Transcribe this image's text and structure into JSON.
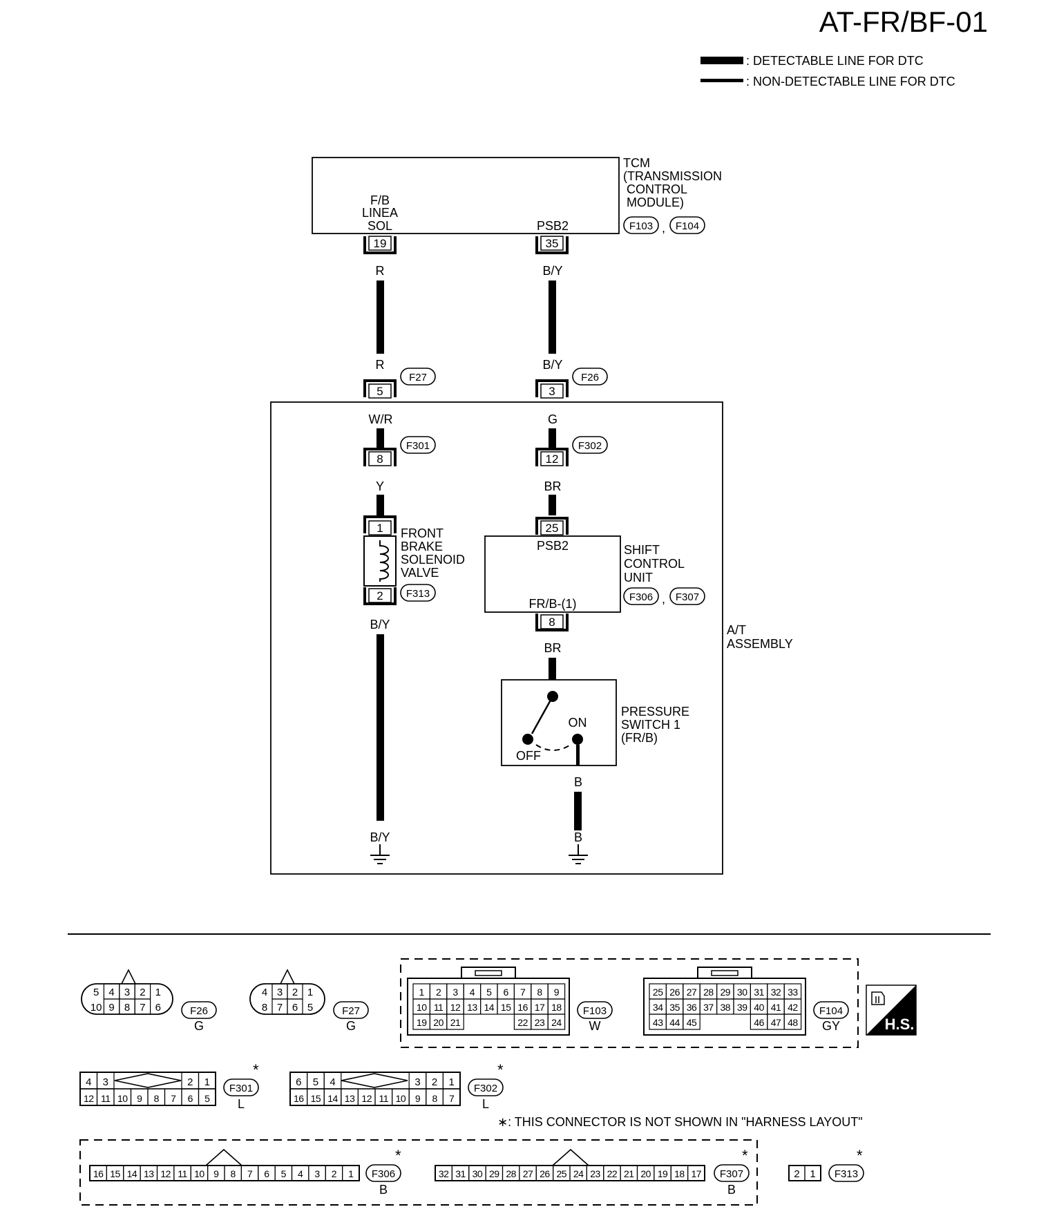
{
  "page_id": "AT-FR/BF-01",
  "legend": {
    "detectable": ": DETECTABLE LINE FOR DTC",
    "non_detectable": ": NON-DETECTABLE LINE FOR DTC"
  },
  "tcm": {
    "lines": [
      "TCM",
      "(TRANSMISSION",
      " CONTROL",
      " MODULE)"
    ],
    "connectors": [
      "F103",
      "F104"
    ],
    "sep": ",",
    "pin_left_label": [
      "F/B",
      "LINEA",
      "SOL"
    ],
    "pin_right_label": "PSB2"
  },
  "pins": {
    "tcm_left": "19",
    "tcm_right": "35",
    "f27": "5",
    "f26": "3",
    "f301": "8",
    "f302": "12",
    "sol_top": "1",
    "sol_bottom": "2",
    "scu_top": "25",
    "scu_bottom": "8"
  },
  "wires": {
    "r1": "R",
    "r2": "R",
    "wr": "W/R",
    "y": "Y",
    "by3": "B/Y",
    "by4": "B/Y",
    "by1": "B/Y",
    "by2": "B/Y",
    "g": "G",
    "br1": "BR",
    "br2": "BR",
    "b1": "B",
    "b2": "B"
  },
  "connector_tags": {
    "f27": "F27",
    "f26": "F26",
    "f301": "F301",
    "f302": "F302",
    "f313": "F313"
  },
  "components": {
    "solenoid": [
      "FRONT",
      "BRAKE",
      "SOLENOID",
      "VALVE"
    ],
    "scu_label": [
      "SHIFT",
      "CONTROL",
      "UNIT"
    ],
    "scu_connectors": [
      "F306",
      "F307"
    ],
    "scu_top_pin_label": "PSB2",
    "scu_bottom_pin_label": "FR/B-(1)",
    "pressure_switch": [
      "PRESSURE",
      "SWITCH 1",
      "(FR/B)"
    ],
    "switch_on": "ON",
    "switch_off": "OFF",
    "assembly": [
      "A/T",
      "ASSEMBLY"
    ]
  },
  "connectors": {
    "f26": {
      "tag": "F26",
      "color": "G",
      "top": [
        "5",
        "4",
        "3",
        "2",
        "1"
      ],
      "bottom": [
        "10",
        "9",
        "8",
        "7",
        "6"
      ]
    },
    "f27": {
      "tag": "F27",
      "color": "G",
      "top": [
        "4",
        "3",
        "2",
        "1"
      ],
      "bottom": [
        "8",
        "7",
        "6",
        "5"
      ]
    },
    "f103": {
      "tag": "F103",
      "color": "W",
      "rows": [
        [
          "1",
          "2",
          "3",
          "4",
          "5",
          "6",
          "7",
          "8",
          "9"
        ],
        [
          "10",
          "11",
          "12",
          "13",
          "14",
          "15",
          "16",
          "17",
          "18"
        ],
        [
          "19",
          "20",
          "21",
          "",
          "",
          "",
          "22",
          "23",
          "24"
        ]
      ]
    },
    "f104": {
      "tag": "F104",
      "color": "GY",
      "rows": [
        [
          "25",
          "26",
          "27",
          "28",
          "29",
          "30",
          "31",
          "32",
          "33"
        ],
        [
          "34",
          "35",
          "36",
          "37",
          "38",
          "39",
          "40",
          "41",
          "42"
        ],
        [
          "43",
          "44",
          "45",
          "",
          "",
          "",
          "46",
          "47",
          "48"
        ]
      ]
    },
    "f301": {
      "tag": "F301",
      "color": "L",
      "top": [
        "4",
        "3",
        "",
        "",
        "",
        "2",
        "1"
      ],
      "bottom": [
        "12",
        "11",
        "10",
        "9",
        "8",
        "7",
        "6",
        "5"
      ]
    },
    "f302": {
      "tag": "F302",
      "color": "L",
      "top": [
        "6",
        "5",
        "4",
        "",
        "",
        "",
        "3",
        "2",
        "1"
      ],
      "bottom": [
        "16",
        "15",
        "14",
        "13",
        "12",
        "11",
        "10",
        "9",
        "8",
        "7"
      ]
    },
    "f306": {
      "tag": "F306",
      "color": "B",
      "cells": [
        "16",
        "15",
        "14",
        "13",
        "12",
        "11",
        "10",
        "9",
        "8",
        "7",
        "6",
        "5",
        "4",
        "3",
        "2",
        "1"
      ]
    },
    "f307": {
      "tag": "F307",
      "color": "B",
      "cells": [
        "32",
        "31",
        "30",
        "29",
        "28",
        "27",
        "26",
        "25",
        "24",
        "23",
        "22",
        "21",
        "20",
        "19",
        "18",
        "17"
      ]
    },
    "f313": {
      "tag": "F313",
      "cells": [
        "2",
        "1"
      ]
    }
  },
  "star": "*",
  "footnote": "∗: THIS CONNECTOR IS NOT SHOWN IN \"HARNESS LAYOUT\"",
  "hs_badge": "H.S."
}
